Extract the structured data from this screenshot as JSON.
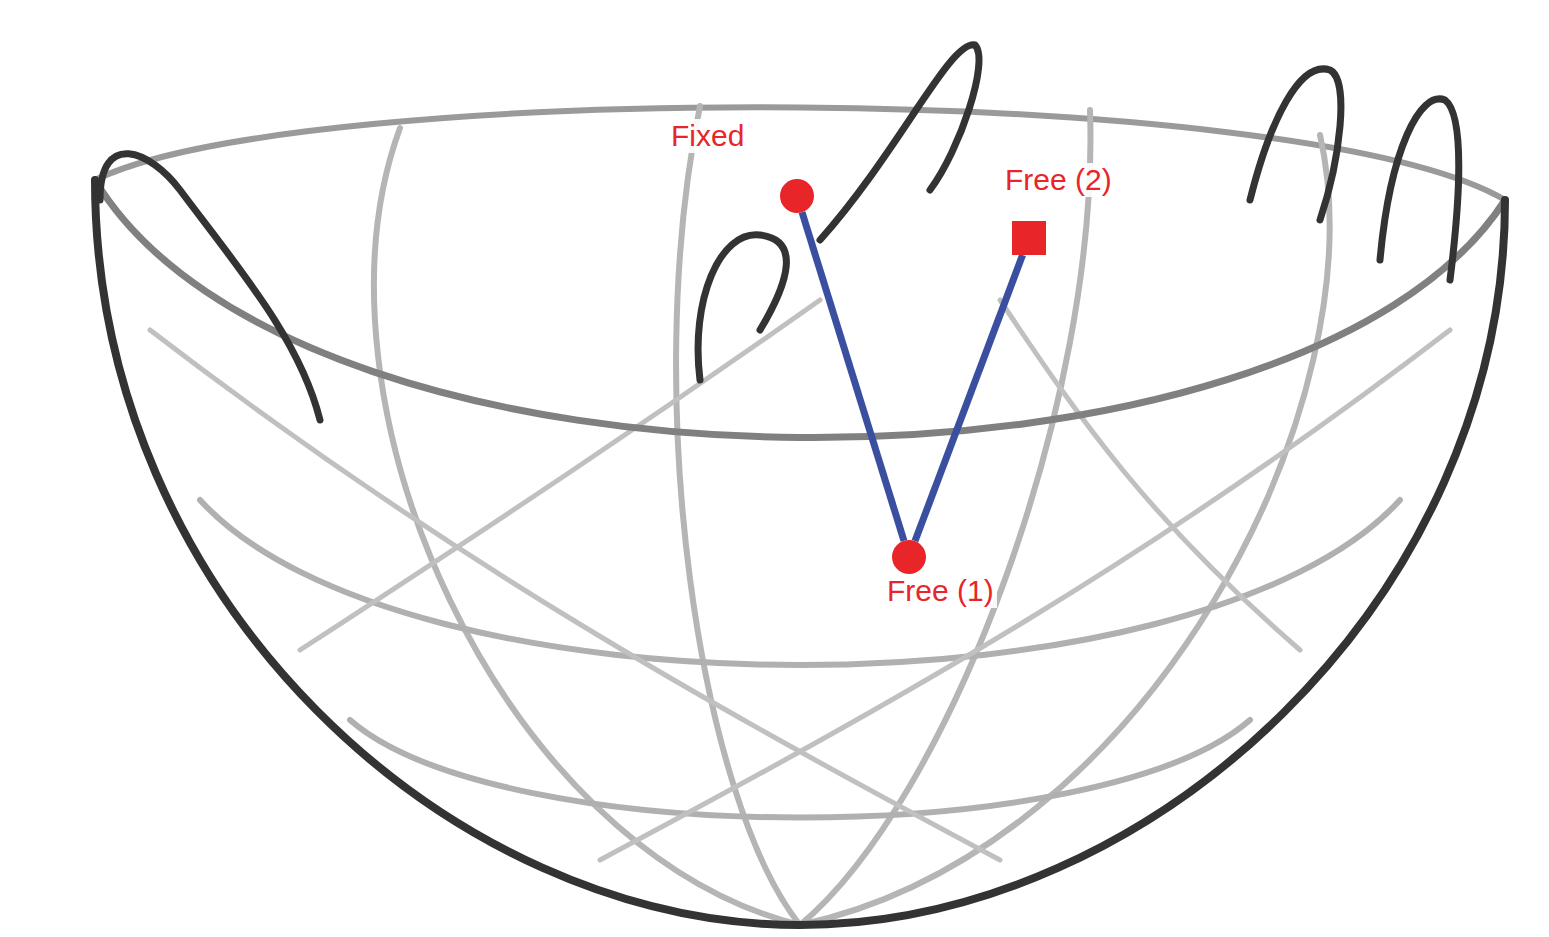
{
  "diagram": {
    "nodes": [
      {
        "text": [
          "Fixed"
        ]
      },
      {
        "text": [
          "Free (1)"
        ]
      },
      {
        "text": [
          "Free (2)"
        ]
      }
    ],
    "edges": [
      {
        "from": 0,
        "to": 1,
        "arrow": "none"
      },
      {
        "from": 1,
        "to": 2,
        "arrow": "none"
      }
    ]
  }
}
